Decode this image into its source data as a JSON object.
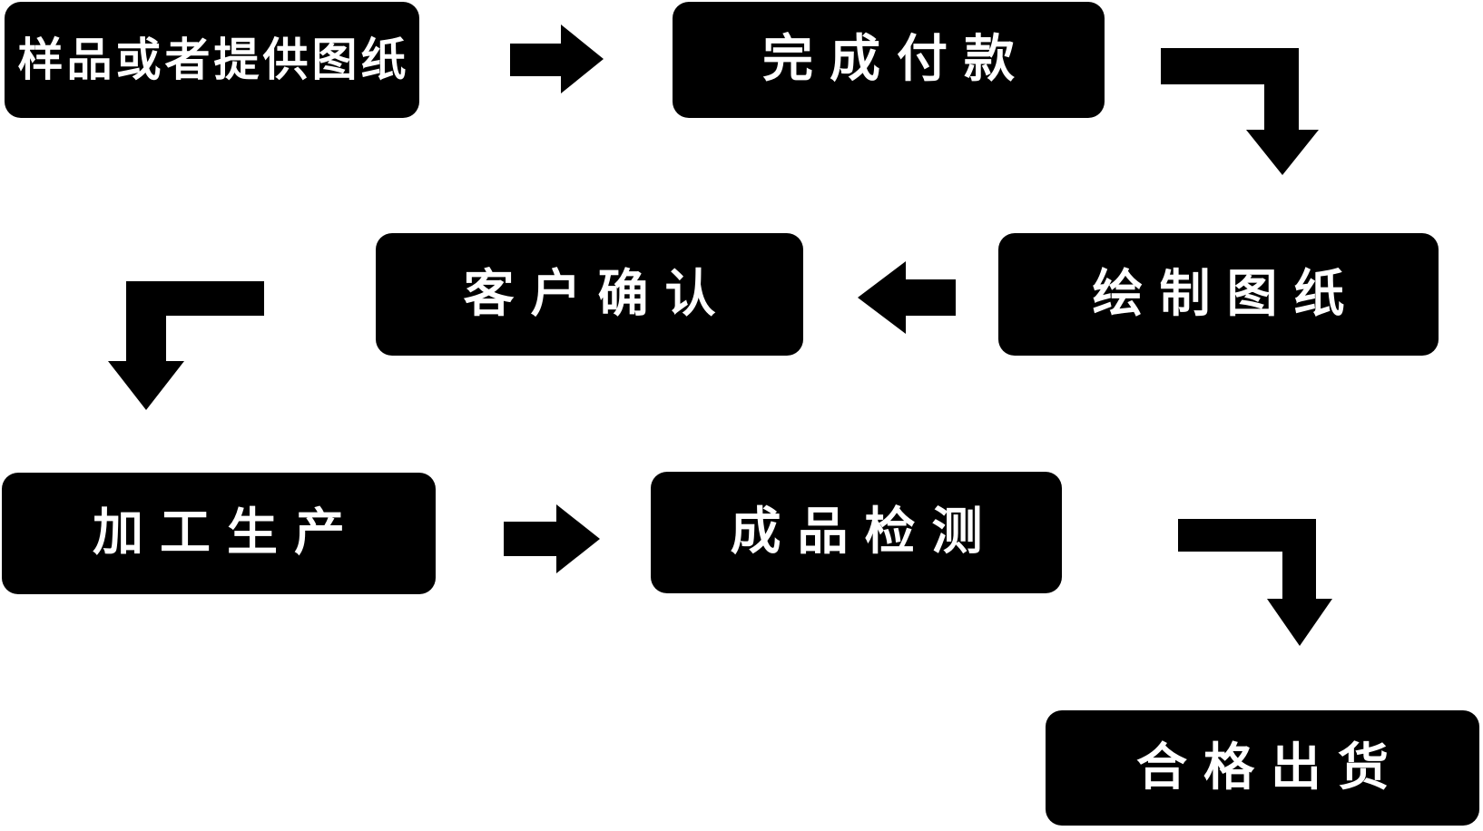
{
  "diagram": {
    "title": "production-process-flowchart",
    "colors": {
      "background": "#ffffff",
      "node_fill": "#000000",
      "node_text": "#ffffff",
      "arrow": "#000000"
    },
    "nodes": [
      {
        "id": "step-1",
        "label": "样品或者提供图纸"
      },
      {
        "id": "step-2",
        "label": "完成付款"
      },
      {
        "id": "step-3",
        "label": "绘制图纸"
      },
      {
        "id": "step-4",
        "label": "客户确认"
      },
      {
        "id": "step-5",
        "label": "加工生产"
      },
      {
        "id": "step-6",
        "label": "成品检测"
      },
      {
        "id": "step-7",
        "label": "合格出货"
      }
    ],
    "connections": [
      {
        "from": "样品或者提供图纸",
        "to": "完成付款",
        "shape": "straight-right"
      },
      {
        "from": "完成付款",
        "to": "绘制图纸",
        "shape": "elbow-down"
      },
      {
        "from": "绘制图纸",
        "to": "客户确认",
        "shape": "straight-left"
      },
      {
        "from": "客户确认",
        "to": "加工生产",
        "shape": "elbow-down"
      },
      {
        "from": "加工生产",
        "to": "成品检测",
        "shape": "straight-right"
      },
      {
        "from": "成品检测",
        "to": "合格出货",
        "shape": "elbow-down"
      }
    ]
  }
}
